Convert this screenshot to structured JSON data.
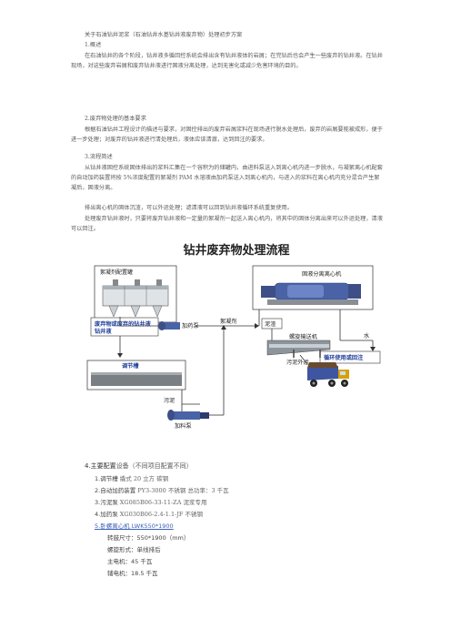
{
  "title": "关于石油钻井泥浆（石油钻井水基钻井液废弃物）处理初步方案",
  "s1": {
    "heading": "1.概述",
    "body": "在石油钻井的各个阶段，钻井液多循回控系统会排出含有钻井液体的岩屑；在完钻后也会产生一些废弃的钻井液。在钻井现场，对这些废弃岩屑和废弃钻井液进行固液分离处理，达到无害化或减少危害环境的目的。"
  },
  "s2": {
    "heading": "2.废弃物处理的基本要求",
    "body": "根据石油钻井工程设计的描述与要求，对固控排出的废弃岩屑浆料在现场进行脱水处理后，废弃的岩屑要能被成形，便于进一步处理；对废弃的钻井液进行清处理后，液体应该清澈，达到回注的要求。"
  },
  "s3": {
    "heading": "3.流程简述",
    "body1": "从钻井液固控系统固体排出的浆料汇集在一个容积为的储罐内，由进料泵送入到离心机内进一步脱水，与凝絮离心机配套的自动加药装置将按 5%浓度配置的絮凝剂 PAM 水溶液由加药泵送入到离心机内，与进入的浆料在离心机内充分混合产生絮凝后，固液分离。",
    "body2": "排出离心机的固体沉渣，可以外运处理；滤清液可以回到钻井液循环系统重复使用。",
    "body3": "处理废弃钻井液时，只要将废弃钻井液和一定量的絮凝剂一起送入离心机内，将其中的固体分离出来可以外运处理，清液可以回注。"
  },
  "figure": {
    "title": "钻井废弃物处理流程",
    "label_dosing": "絮凝剂配置罐",
    "label_centrifuge": "固液分离离心机",
    "label_feed": "废弃物或废弃的钻井液",
    "label_pump_dose": "加药泵",
    "label_flocculant": "絮凝剂",
    "label_sludge_top": "泥渣",
    "label_screw": "螺旋输送机",
    "label_water": "水",
    "label_reuse": "循环使用或回注",
    "label_sludge_out": "污泥外运",
    "label_tank": "调节槽",
    "label_sludge": "污泥",
    "label_feed_pump": "加料泵"
  },
  "s4": {
    "heading_bold": "4.主要配置",
    "heading_rest": "设备（不同项目配置不同）",
    "items": [
      {
        "num": "1.",
        "name": "调节槽",
        "spec": "撬式  20 立方  碳钢"
      },
      {
        "num": "2.",
        "name": "自动加药装置",
        "spec": "PY3-3000  不锈钢  总功率：3 千瓦"
      },
      {
        "num": "3.",
        "name": "污泥泵",
        "spec": "XG085B06-33-11-ZA  泥浆专用"
      },
      {
        "num": "4.",
        "name": "加药泵",
        "spec": "XG030B06-2.4-1.1-JF  不锈钢"
      }
    ],
    "item5": {
      "num": "5.",
      "name": "卧螺离心机 LWK550*1900"
    },
    "details": [
      "转鼓尺寸：550*1900（mm）",
      "螺旋形式：单线排后",
      "主电机：45 千瓦",
      "辅电机：18.5 千瓦"
    ]
  }
}
